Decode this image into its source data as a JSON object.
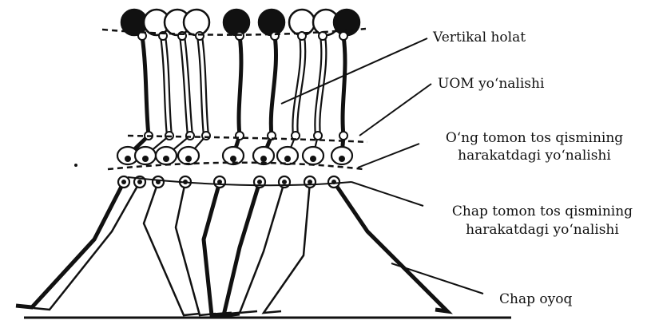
{
  "labels": {
    "vertical": "Vertikal holat",
    "spine_direction": "UOM yo‘nalishi",
    "right_pelvis_line1": "O‘ng tomon tos qismining",
    "right_pelvis_line2": "harakatdagi yo‘nalishi",
    "left_pelvis_line1": "Chap tomon tos qismining",
    "left_pelvis_line2": "harakatdagi yo‘nalishi",
    "left_leg": "Chap oyoq"
  },
  "figures": {
    "count": 9,
    "dark_heads": [
      0,
      4,
      5,
      8
    ],
    "colors": {
      "ink": "#111111",
      "paper": "#ffffff"
    }
  }
}
